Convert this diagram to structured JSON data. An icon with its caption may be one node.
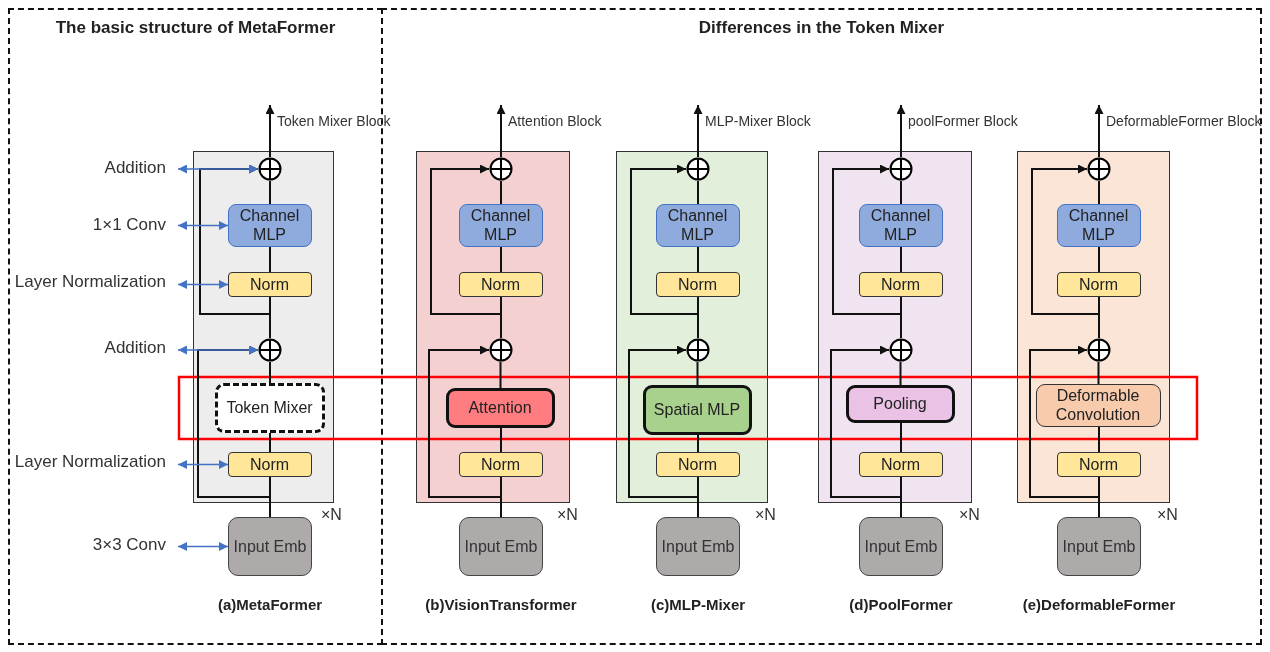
{
  "diagram": {
    "nodes": [
      {
        "text": [
          "The basic structure of MetaFormer"
        ]
      },
      {
        "text": [
          "Token Mixer Block"
        ],
        "beside": [
          "×N"
        ],
        "in": 0
      },
      {
        "text": [],
        "shape": "circle",
        "in": 1
      },
      {
        "text": [
          "Channel MLP"
        ],
        "in": 1
      },
      {
        "text": [
          "Norm"
        ],
        "in": 1
      },
      {
        "text": [],
        "shape": "circle",
        "in": 1
      },
      {
        "text": [
          "Token Mixer"
        ],
        "in": 1
      },
      {
        "text": [
          "Norm"
        ],
        "in": 1
      },
      {
        "text": [
          "Input Emb"
        ],
        "in": 0
      },
      {
        "text": [
          "Addition"
        ],
        "in": 0
      },
      {
        "text": [
          "1×1 Conv"
        ],
        "in": 0
      },
      {
        "text": [
          "Layer Normalization"
        ],
        "in": 0
      },
      {
        "text": [
          "Addition"
        ],
        "in": 0
      },
      {
        "text": [
          "Layer Normalization"
        ],
        "in": 0
      },
      {
        "text": [
          "3×3 Conv"
        ],
        "in": 0
      },
      {
        "text": [
          "Differences in the Token Mixer"
        ]
      },
      {
        "text": [
          "Attention Block"
        ],
        "beside": [
          "×N"
        ],
        "in": 15
      },
      {
        "text": [],
        "shape": "circle",
        "in": 16
      },
      {
        "text": [
          "Channel MLP"
        ],
        "in": 16
      },
      {
        "text": [
          "Norm"
        ],
        "in": 16
      },
      {
        "text": [],
        "shape": "circle",
        "in": 16
      },
      {
        "text": [
          "Attention"
        ],
        "in": 16
      },
      {
        "text": [
          "Norm"
        ],
        "in": 16
      },
      {
        "text": [
          "Input Emb"
        ],
        "in": 15
      },
      {
        "text": [
          "MLP-Mixer Block"
        ],
        "beside": [
          "×N"
        ],
        "in": 15
      },
      {
        "text": [],
        "shape": "circle",
        "in": 24
      },
      {
        "text": [
          "Channel MLP"
        ],
        "in": 24
      },
      {
        "text": [
          "Norm"
        ],
        "in": 24
      },
      {
        "text": [],
        "shape": "circle",
        "in": 24
      },
      {
        "text": [
          "Spatial MLP"
        ],
        "in": 24
      },
      {
        "text": [
          "Norm"
        ],
        "in": 24
      },
      {
        "text": [
          "Input Emb"
        ],
        "in": 15
      },
      {
        "text": [
          "poolFormer Block"
        ],
        "beside": [
          "×N"
        ],
        "in": 15
      },
      {
        "text": [],
        "shape": "circle",
        "in": 32
      },
      {
        "text": [
          "Channel MLP"
        ],
        "in": 32
      },
      {
        "text": [
          "Norm"
        ],
        "in": 32
      },
      {
        "text": [],
        "shape": "circle",
        "in": 32
      },
      {
        "text": [
          "Pooling"
        ],
        "in": 32
      },
      {
        "text": [
          "Norm"
        ],
        "in": 32
      },
      {
        "text": [
          "Input Emb"
        ],
        "in": 15
      },
      {
        "text": [
          "DeformableFormer Block"
        ],
        "beside": [
          "×N"
        ],
        "in": 15
      },
      {
        "text": [],
        "shape": "circle",
        "in": 40
      },
      {
        "text": [
          "Channel MLP"
        ],
        "in": 40
      },
      {
        "text": [
          "Norm"
        ],
        "in": 40
      },
      {
        "text": [],
        "shape": "circle",
        "in": 40
      },
      {
        "text": [
          "Deformable Convolution"
        ],
        "in": 40
      },
      {
        "text": [
          "Norm"
        ],
        "in": 40
      },
      {
        "text": [
          "Input Emb"
        ],
        "in": 15
      }
    ],
    "edges": [
      {
        "from": 8,
        "to": 7,
        "arrow": "none"
      },
      {
        "from": 7,
        "to": 6,
        "arrow": "none"
      },
      {
        "from": 6,
        "to": 5,
        "arrow": "none"
      },
      {
        "from": 5,
        "to": 4,
        "arrow": "none"
      },
      {
        "from": 4,
        "to": 3,
        "arrow": "none"
      },
      {
        "from": 3,
        "to": 2,
        "arrow": "none"
      },
      {
        "from": 2,
        "to": null,
        "arrow": "to"
      },
      {
        "from": 8,
        "to": 5,
        "arrow": "to"
      },
      {
        "from": 5,
        "to": 2,
        "arrow": "to"
      },
      {
        "from": 9,
        "to": 2,
        "arrow": "both",
        "color": "#4472c4"
      },
      {
        "from": 10,
        "to": 3,
        "arrow": "both",
        "color": "#4472c4"
      },
      {
        "from": 11,
        "to": 4,
        "arrow": "both",
        "color": "#4472c4"
      },
      {
        "from": 12,
        "to": 5,
        "arrow": "both",
        "color": "#4472c4"
      },
      {
        "from": 13,
        "to": 7,
        "arrow": "both",
        "color": "#4472c4"
      },
      {
        "from": 14,
        "to": 8,
        "arrow": "both",
        "color": "#4472c4"
      },
      {
        "from": 23,
        "to": 22,
        "arrow": "none"
      },
      {
        "from": 22,
        "to": 21,
        "arrow": "none"
      },
      {
        "from": 21,
        "to": 20,
        "arrow": "none"
      },
      {
        "from": 20,
        "to": 19,
        "arrow": "none"
      },
      {
        "from": 19,
        "to": 18,
        "arrow": "none"
      },
      {
        "from": 18,
        "to": 17,
        "arrow": "none"
      },
      {
        "from": 17,
        "to": null,
        "arrow": "to"
      },
      {
        "from": 23,
        "to": 20,
        "arrow": "to"
      },
      {
        "from": 20,
        "to": 17,
        "arrow": "to"
      },
      {
        "from": 31,
        "to": 30,
        "arrow": "none"
      },
      {
        "from": 30,
        "to": 29,
        "arrow": "none"
      },
      {
        "from": 29,
        "to": 28,
        "arrow": "none"
      },
      {
        "from": 28,
        "to": 27,
        "arrow": "none"
      },
      {
        "from": 27,
        "to": 26,
        "arrow": "none"
      },
      {
        "from": 26,
        "to": 25,
        "arrow": "none"
      },
      {
        "from": 25,
        "to": null,
        "arrow": "to"
      },
      {
        "from": 31,
        "to": 28,
        "arrow": "to"
      },
      {
        "from": 28,
        "to": 25,
        "arrow": "to"
      },
      {
        "from": 39,
        "to": 38,
        "arrow": "none"
      },
      {
        "from": 38,
        "to": 37,
        "arrow": "none"
      },
      {
        "from": 37,
        "to": 36,
        "arrow": "none"
      },
      {
        "from": 36,
        "to": 35,
        "arrow": "none"
      },
      {
        "from": 35,
        "to": 34,
        "arrow": "none"
      },
      {
        "from": 34,
        "to": 33,
        "arrow": "none"
      },
      {
        "from": 33,
        "to": null,
        "arrow": "to"
      },
      {
        "from": 39,
        "to": 36,
        "arrow": "to"
      },
      {
        "from": 36,
        "to": 33,
        "arrow": "to"
      },
      {
        "from": 47,
        "to": 46,
        "arrow": "none"
      },
      {
        "from": 46,
        "to": 45,
        "arrow": "none"
      },
      {
        "from": 45,
        "to": 44,
        "arrow": "none"
      },
      {
        "from": 44,
        "to": 43,
        "arrow": "none"
      },
      {
        "from": 43,
        "to": 42,
        "arrow": "none"
      },
      {
        "from": 42,
        "to": 41,
        "arrow": "none"
      },
      {
        "from": 41,
        "to": null,
        "arrow": "to"
      },
      {
        "from": 47,
        "to": 44,
        "arrow": "to"
      },
      {
        "from": 44,
        "to": 41,
        "arrow": "to"
      }
    ],
    "labels": [
      "(a)MetaFormer",
      "(b)VisionTransformer",
      "(c)MLP-Mixer",
      "(d)PoolFormer",
      "(e)DeformableFormer"
    ]
  }
}
